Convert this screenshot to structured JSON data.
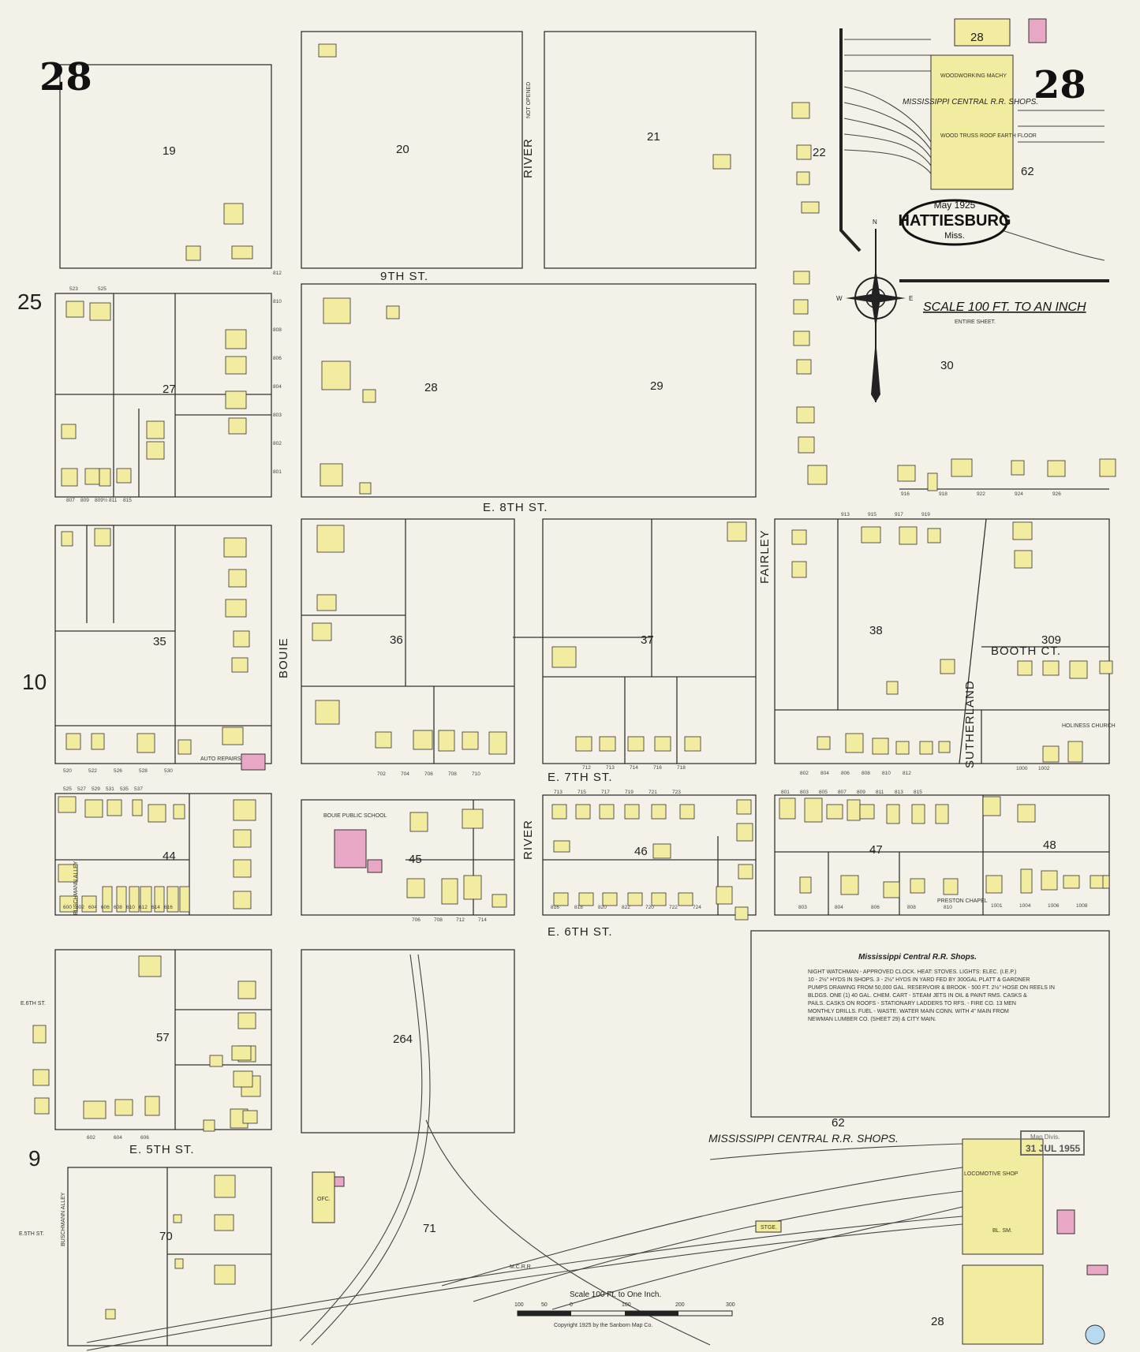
{
  "sheet": {
    "number": "28",
    "city": "HATTIESBURG",
    "state": "Miss.",
    "date": "May 1925",
    "scale_text": "SCALE 100 FT. TO AN INCH",
    "scale_sub": "ENTIRE SHEET.",
    "bottom_scale": "Scale 100 Ft. to One Inch.",
    "bottom_scale_ticks": [
      "100",
      "50",
      "0",
      "100",
      "200",
      "300"
    ],
    "copyright": "Copyright 1925 by the Sanborn Map Co.",
    "stamp_line1": "Map Divis.",
    "stamp_date": "31 JUL 1955",
    "compass_letters": {
      "n": "N",
      "e": "E",
      "w": "W"
    }
  },
  "margin_numbers": [
    "25",
    "10",
    "9"
  ],
  "streets": {
    "ninth": "9TH ST.",
    "e8": "E. 8TH ST.",
    "e7": "E. 7TH ST.",
    "e6": "E. 6TH ST.",
    "e5": "E. 5TH ST.",
    "bouie": "BOUIE",
    "river_top": "RIVER",
    "river_mid": "RIVER",
    "not_opened": "NOT OPENED",
    "fairley": "FAIRLEY",
    "sutherland": "SUTHERLAND",
    "booth": "BOOTH CT.",
    "buschmann": "BUSCHMANN ALLEY",
    "e5_small": "E.5TH ST.",
    "e6_small": "E.6TH ST."
  },
  "blocks": [
    {
      "id": "19",
      "label": "19"
    },
    {
      "id": "20",
      "label": "20"
    },
    {
      "id": "21",
      "label": "21"
    },
    {
      "id": "22",
      "label": "22"
    },
    {
      "id": "62a",
      "label": "62"
    },
    {
      "id": "27",
      "label": "27"
    },
    {
      "id": "28",
      "label": "28"
    },
    {
      "id": "29",
      "label": "29"
    },
    {
      "id": "30",
      "label": "30"
    },
    {
      "id": "35",
      "label": "35"
    },
    {
      "id": "36",
      "label": "36"
    },
    {
      "id": "37",
      "label": "37"
    },
    {
      "id": "38",
      "label": "38"
    },
    {
      "id": "309",
      "label": "309"
    },
    {
      "id": "44",
      "label": "44"
    },
    {
      "id": "45",
      "label": "45"
    },
    {
      "id": "46",
      "label": "46"
    },
    {
      "id": "47",
      "label": "47"
    },
    {
      "id": "48",
      "label": "48"
    },
    {
      "id": "57",
      "label": "57"
    },
    {
      "id": "264",
      "label": "264"
    },
    {
      "id": "62b",
      "label": "62"
    },
    {
      "id": "70",
      "label": "70"
    },
    {
      "id": "71",
      "label": "71"
    }
  ],
  "labels": {
    "school": "BOUIE PUBLIC SCHOOL",
    "mcrr_shops_top": "MISSISSIPPI CENTRAL R.R. SHOPS.",
    "woodworking": "WOODWORKING MACHY",
    "wood_truss": "WOOD TRUSS ROOF EARTH FLOOR",
    "mcrr_shops_bottom": "MISSISSIPPI CENTRAL R.R. SHOPS.",
    "locomotive": "LOCOMOTIVE SHOP",
    "bl_sm": "BL. SM.",
    "holiness": "HOLINESS CHURCH",
    "preston": "PRESTON CHAPEL",
    "auto_repairs": "AUTO REPAIRS",
    "ofc": "OFC.",
    "stge": "STGE.",
    "mcrr": "M.C.R.R.",
    "top_28": "28",
    "bottom_28": "28"
  },
  "notes": {
    "title": "Mississippi Central R.R. Shops.",
    "lines": [
      "NIGHT WATCHMAN - APPROVED CLOCK. HEAT: STOVES. LIGHTS: ELEC. (I.E.P.)",
      "10 - 2½\" HYDS IN SHOPS. 3 - 2½\" HYDS IN YARD FED BY 300GAL PLATT & GARDNER",
      "PUMPS DRAWING FROM 50,000 GAL. RESERVOIR & BROOK - 500 FT. 2½\" HOSE ON REELS IN",
      "BLDGS. ONE (1) 40 GAL. CHEM. CART - STEAM JETS IN OIL & PAINT RMS. CASKS &",
      "PAILS. CASKS ON ROOFS - STATIONARY LADDERS TO RFS. - FIRE CO. 13 MEN",
      "MONTHLY DRILLS. FUEL - WASTE. WATER MAIN CONN. WITH 4\" MAIN FROM",
      "NEWMAN LUMBER CO. (SHEET 29) & CITY MAIN."
    ]
  },
  "addresses": {
    "e8_north": [
      "807",
      "809",
      "809½",
      "811",
      "815"
    ],
    "e7_north_w": [
      "520",
      "522",
      "526",
      "528",
      "530"
    ],
    "e7_north_c": [
      "702",
      "704",
      "706",
      "708",
      "710"
    ],
    "e7_north_e": [
      "712",
      "713",
      "714",
      "716",
      "718"
    ],
    "e7_north_far": [
      "802",
      "804",
      "806",
      "808",
      "810",
      "812"
    ],
    "e7_south_w": [
      "525",
      "527",
      "529",
      "531",
      "535",
      "537"
    ],
    "e7_south_e": [
      "713",
      "715",
      "717",
      "719",
      "721",
      "723"
    ],
    "e7_south_far": [
      "801",
      "803",
      "805",
      "807",
      "809",
      "811",
      "813",
      "815"
    ],
    "e6_north_w": [
      "600",
      "602",
      "604",
      "606",
      "608",
      "610",
      "612",
      "614",
      "616"
    ],
    "e6_north_c": [
      "706",
      "708",
      "712",
      "714"
    ],
    "e6_north_e": [
      "816",
      "818",
      "820",
      "822",
      "720",
      "722",
      "724"
    ],
    "e6_north_far": [
      "803",
      "804",
      "806",
      "808",
      "810"
    ],
    "e5_north": [
      "602",
      "604",
      "606"
    ],
    "ninth_top": [
      "523",
      "525"
    ],
    "e8_east": [
      "916",
      "918",
      "922",
      "924",
      "926"
    ],
    "booth": [
      "1000",
      "1002"
    ],
    "e8_south_far": [
      "913",
      "915",
      "917",
      "919"
    ],
    "bouie_west": [
      "801",
      "802",
      "803",
      "804",
      "806",
      "808",
      "810",
      "812"
    ],
    "far_east_e6": [
      "1001",
      "1004",
      "1006",
      "1008"
    ]
  },
  "colors": {
    "paper": "#f3f1e8",
    "frame": "#d9d6cc",
    "line": "#333333",
    "frame_bldg": "#f2eca0",
    "brick_bldg": "#e8a7c4",
    "water": "#b8d9ef",
    "stamp": "#6d6d6d"
  }
}
